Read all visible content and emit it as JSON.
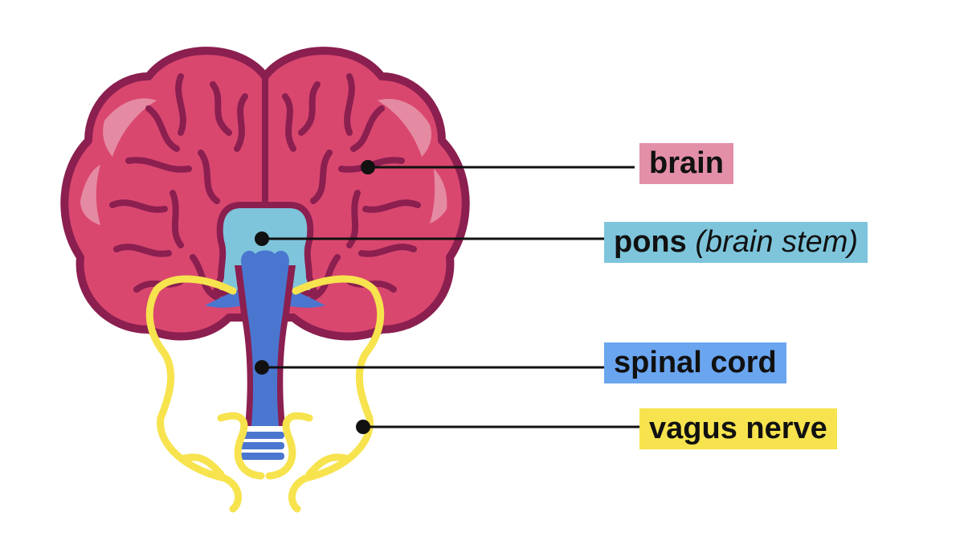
{
  "labels": {
    "brain": {
      "text": "brain"
    },
    "pons": {
      "text": "pons",
      "sub": "(brain stem)"
    },
    "spinal_cord": {
      "text": "spinal cord"
    },
    "vagus_nerve": {
      "text": "vagus nerve"
    }
  },
  "colors": {
    "brain_fill": "#d9476f",
    "brain_light": "#e58aa3",
    "brain_outline": "#8b1f50",
    "brain_label_bg": "#e38fa8",
    "pons_fill": "#7ec5dc",
    "pons_label_bg": "#7ec5dc",
    "spinal_fill": "#4a76d0",
    "spinal_label_bg": "#6aa5ef",
    "vagus_stroke": "#f7e34e",
    "vagus_label_bg": "#f7e34e",
    "leader_line": "#111111"
  },
  "icons": [
    "brain-illustration",
    "brainstem-illustration",
    "spinal-cord-illustration",
    "vagus-nerve-illustration"
  ]
}
